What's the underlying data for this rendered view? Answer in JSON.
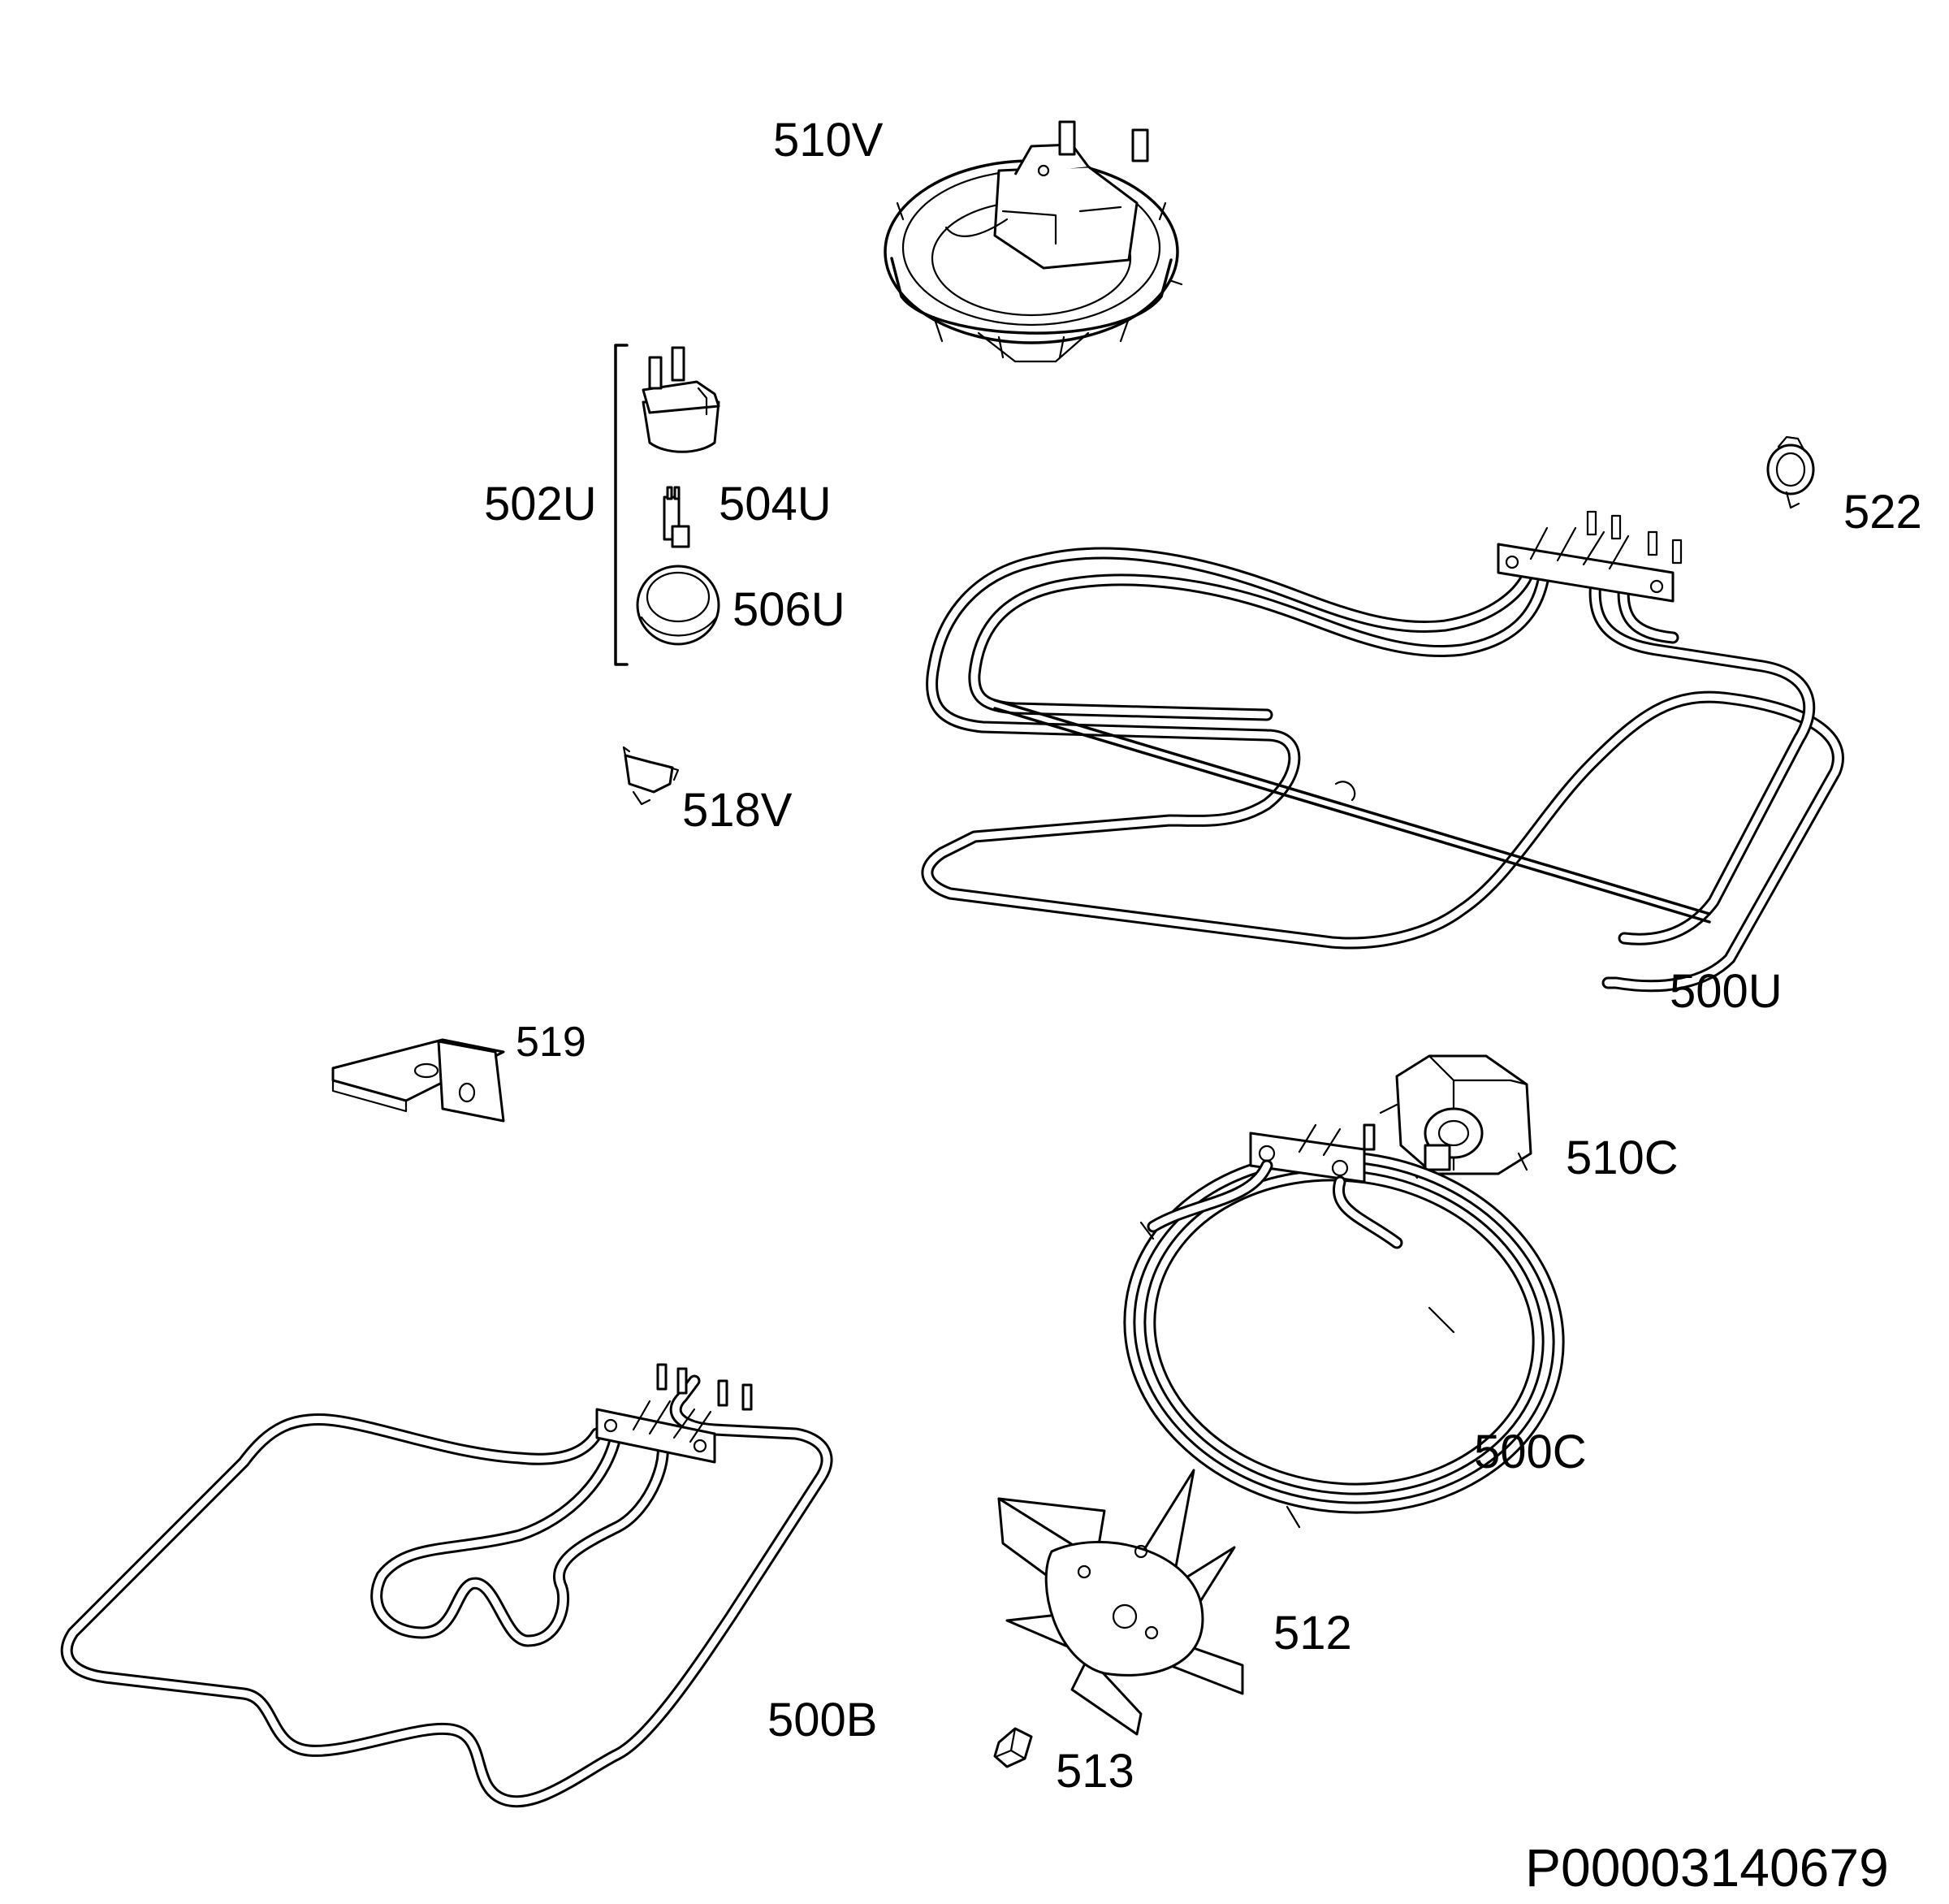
{
  "labels": {
    "p510V": "510V",
    "p502U": "502U",
    "p504U": "504U",
    "p506U": "506U",
    "p522": "522",
    "p518V": "518V",
    "p500U": "500U",
    "p519": "519",
    "p510C": "510C",
    "p500C": "500C",
    "p512": "512",
    "p500B": "500B",
    "p513": "513"
  },
  "document_id": "P00003140679"
}
